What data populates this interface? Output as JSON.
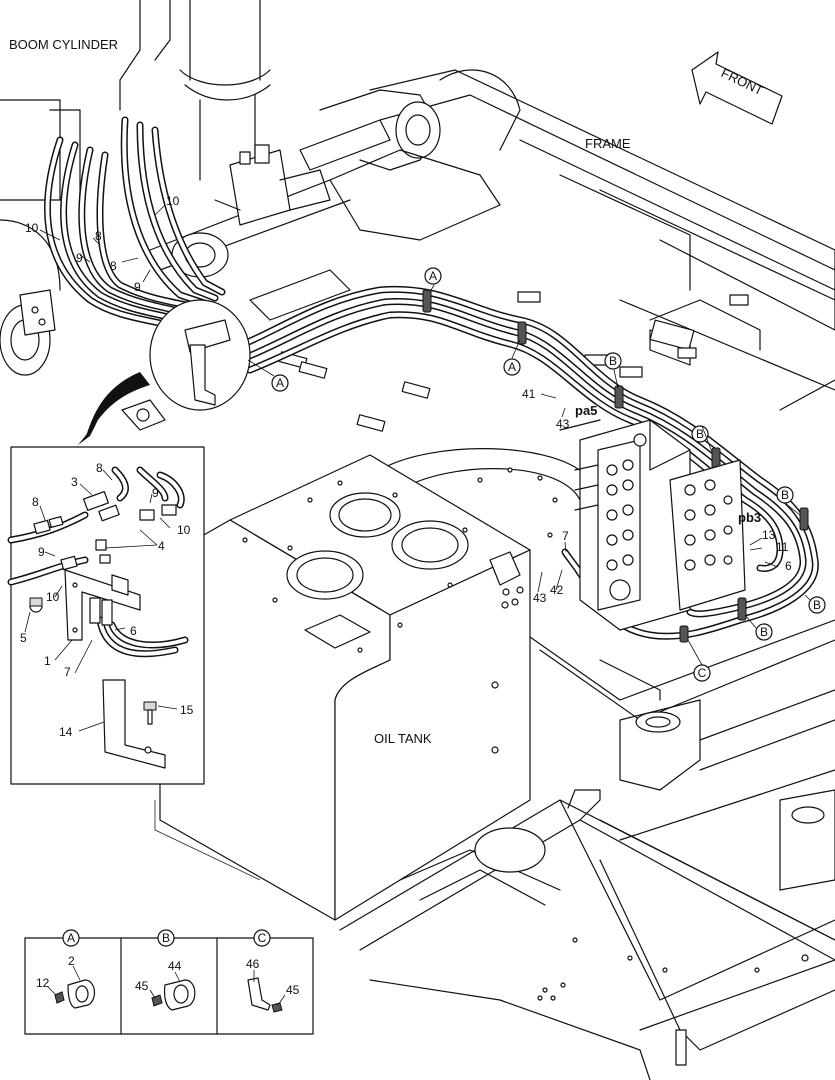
{
  "labels": {
    "boom_cylinder": "BOOM CYLINDER",
    "frame": "FRAME",
    "front": "FRONT",
    "oil_tank": "OIL TANK",
    "pa5": "pa5",
    "pb3": "pb3"
  },
  "clip_markers": {
    "a": "A",
    "b": "B",
    "c": "C"
  },
  "part_numbers": {
    "p1": "1",
    "p2": "2",
    "p3": "3",
    "p4": "4",
    "p5": "5",
    "p6": "6",
    "p7": "7",
    "p8": "8",
    "p9": "9",
    "p10": "10",
    "p11": "11",
    "p12": "12",
    "p13": "13",
    "p14": "14",
    "p15": "15",
    "p41": "41",
    "p42": "42",
    "p43": "43",
    "p44": "44",
    "p45": "45",
    "p46": "46"
  }
}
